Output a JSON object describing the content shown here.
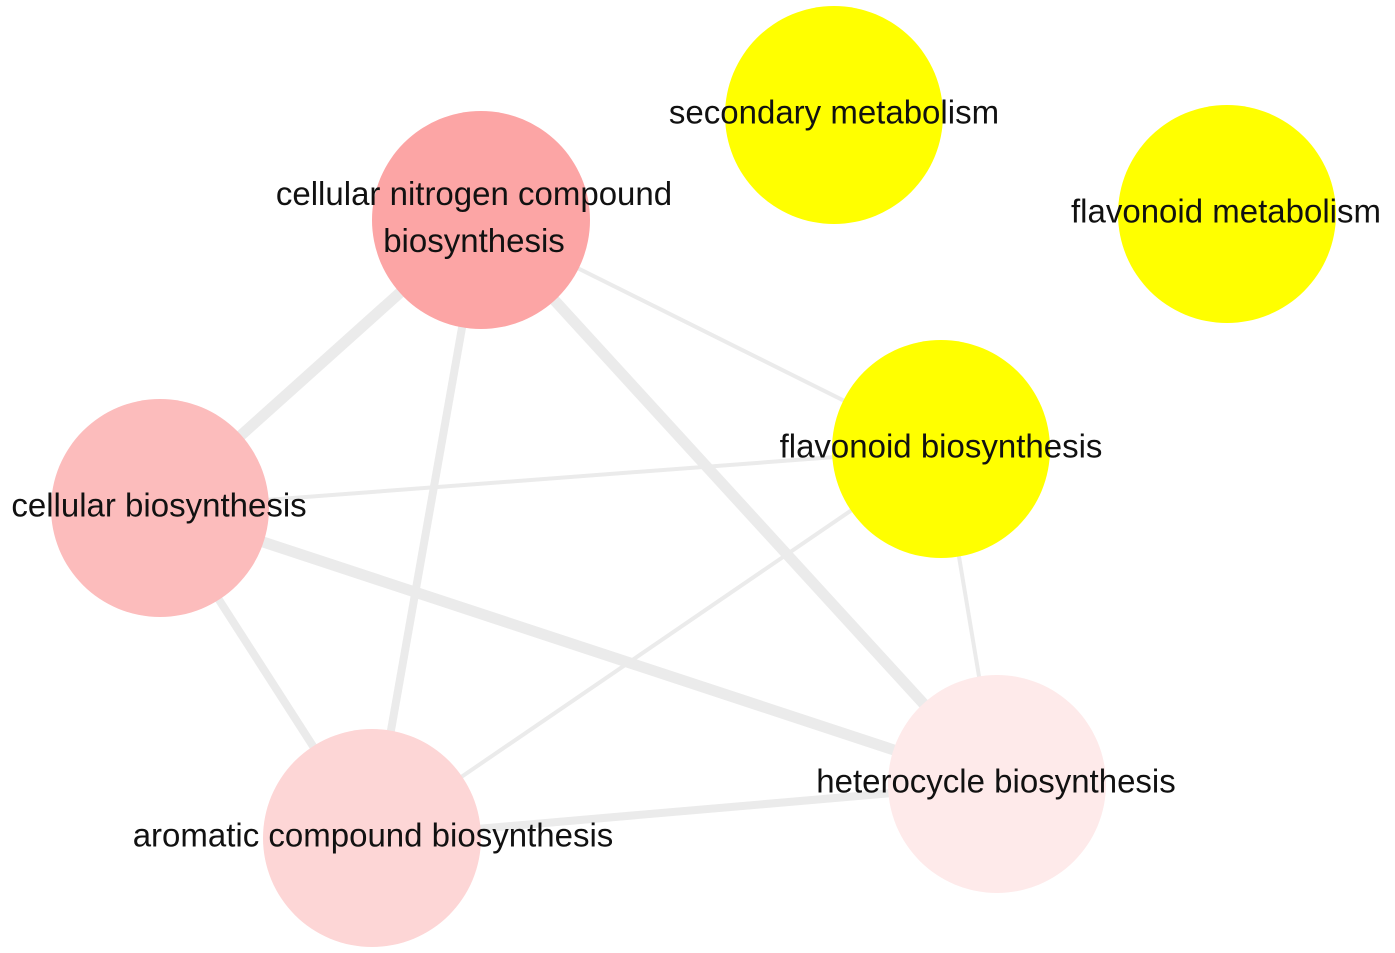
{
  "nodes": [
    {
      "id": "cnc",
      "lines": [
        "cellular nitrogen compound",
        "biosynthesis"
      ],
      "color": "#fca5a5"
    },
    {
      "id": "cb",
      "lines": [
        "cellular biosynthesis"
      ],
      "color": "#fcbcbc"
    },
    {
      "id": "acb",
      "lines": [
        "aromatic compound biosynthesis"
      ],
      "color": "#fdd6d6"
    },
    {
      "id": "hb",
      "lines": [
        "heterocycle biosynthesis"
      ],
      "color": "#feeaea"
    },
    {
      "id": "fb",
      "lines": [
        "flavonoid biosynthesis"
      ],
      "color": "#ffff00"
    },
    {
      "id": "sm",
      "lines": [
        "secondary metabolism"
      ],
      "color": "#ffff00"
    },
    {
      "id": "fm",
      "lines": [
        "flavonoid metabolism"
      ],
      "color": "#ffff00"
    }
  ],
  "edges": [
    {
      "from": "cnc",
      "to": "cb",
      "weight": "heavy"
    },
    {
      "from": "cnc",
      "to": "acb",
      "weight": "medium"
    },
    {
      "from": "cnc",
      "to": "hb",
      "weight": "heavy"
    },
    {
      "from": "cnc",
      "to": "fb",
      "weight": "light"
    },
    {
      "from": "cb",
      "to": "fb",
      "weight": "light"
    },
    {
      "from": "cb",
      "to": "hb",
      "weight": "heavy"
    },
    {
      "from": "cb",
      "to": "acb",
      "weight": "medium"
    },
    {
      "from": "acb",
      "to": "fb",
      "weight": "light"
    },
    {
      "from": "acb",
      "to": "hb",
      "weight": "medium"
    },
    {
      "from": "fb",
      "to": "hb",
      "weight": "light"
    }
  ]
}
